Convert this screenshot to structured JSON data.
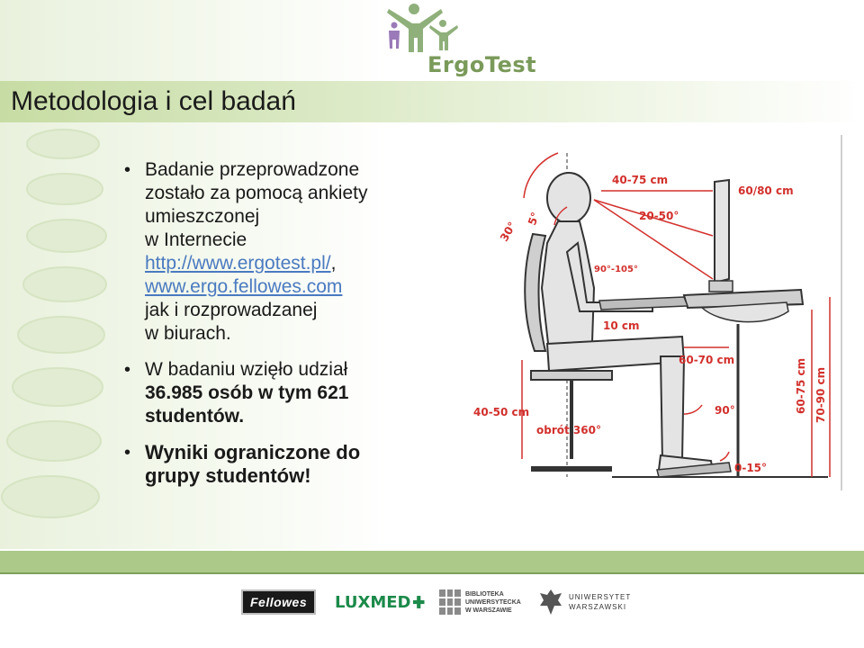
{
  "slide": {
    "title": "Metodologia i cel badań",
    "logo_text": "ErgoTest"
  },
  "bullets": {
    "b1_line1": "Badanie przeprowadzone",
    "b1_line2": "zostało za pomocą ankiety",
    "b1_line3": "umieszczonej",
    "b1_line4": "w Internecie",
    "b1_link1": "http://www.ergotest.pl/",
    "b1_comma": ",",
    "b1_link2": "www.ergo.fellowes.com",
    "b1_line7": "jak i rozprowadzanej",
    "b1_line8": "w biurach.",
    "b2_line1": "W badaniu wzięło udział",
    "b2_line2": "36.985 osób w tym 621",
    "b2_line3": "studentów.",
    "b3_line1": "Wyniki ograniczone do",
    "b3_line2": "grupy studentów!"
  },
  "diagram": {
    "labels": {
      "eye_distance": "40-75 cm",
      "screen_size": "60/80 cm",
      "view_angle": "20-50°",
      "head_30": "30°",
      "head_5": "5°",
      "arm_angle": "90°-105°",
      "keyboard": "10 cm",
      "knee_space": "60-70 cm",
      "seat_height": "40-50 cm",
      "rotation": "obrót 360°",
      "knee_angle": "90°",
      "foot_angle": "0-15°",
      "desk_height1": "60-75 cm",
      "desk_height2": "70-90 cm"
    },
    "accent_color": "#d2302c"
  },
  "footer": {
    "fellowes": "Fellowes",
    "luxmed": "LUXMED",
    "biblioteka_line1": "BIBLIOTEKA",
    "biblioteka_line2": "UNIWERSYTECKA",
    "biblioteka_line3": "W WARSZAWIE",
    "uw_line1": "UNIWERSYTET",
    "uw_line2": "WARSZAWSKI"
  }
}
